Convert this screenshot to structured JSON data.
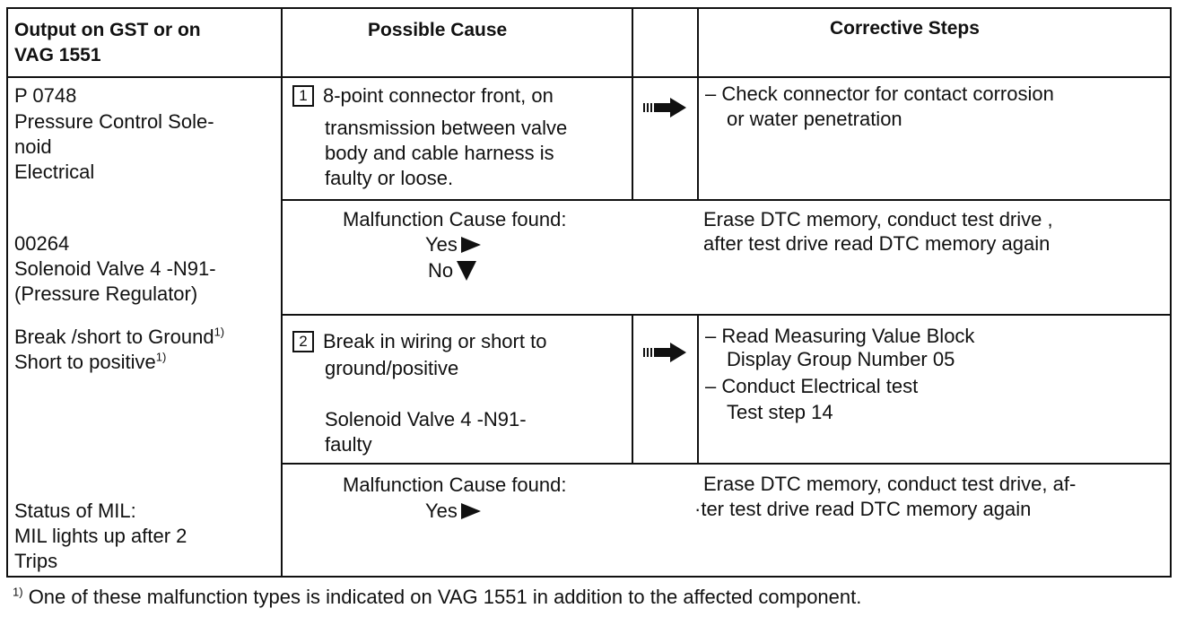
{
  "header": {
    "col1_line1": "Output on GST or on",
    "col1_line2": "VAG 1551",
    "col2": "Possible Cause",
    "col3": "Corrective Steps"
  },
  "left": {
    "code_line": "P 0748",
    "name_line1": "Pressure Control Sole-",
    "name_line2": "noid",
    "name_line3": "Electrical",
    "vag_code": "00264",
    "vag_name_line1": "Solenoid Valve 4 -N91-",
    "vag_name_line2": "(Pressure Regulator)",
    "fault_line1": "Break /short to Ground",
    "fault_line2": "Short to positive",
    "footnote_mark": "1)",
    "mil_line1": "Status of MIL:",
    "mil_line2": "MIL lights up after 2",
    "mil_line3": "Trips"
  },
  "rows": [
    {
      "number": "1",
      "cause_lines": [
        "8-point connector front, on",
        "transmission between valve",
        "body and cable harness is",
        "faulty or loose."
      ],
      "steps": [
        "– Check connector for contact corrosion",
        "or water penetration"
      ]
    },
    {
      "number": "2",
      "cause_lines": [
        "Break in wiring or short to",
        "ground/positive",
        "Solenoid Valve 4 -N91-",
        "faulty"
      ],
      "steps": [
        "– Read Measuring Value Block",
        "Display Group Number 05",
        "– Conduct Electrical test",
        "Test step 14"
      ]
    }
  ],
  "malfunction1": {
    "label": "Malfunction Cause found:",
    "yes": "Yes",
    "no": "No",
    "action_line1": "Erase DTC memory, conduct test drive ,",
    "action_line2": "after test drive read DTC memory again"
  },
  "malfunction2": {
    "label": "Malfunction Cause found:",
    "yes": "Yes",
    "action_line1": "Erase DTC memory, conduct test drive, af-",
    "action_line2": "·ter test drive read DTC memory again"
  },
  "footnote": {
    "mark": "1)",
    "text": "One of these malfunction types is indicated on VAG 1551 in addition to the affected component."
  }
}
